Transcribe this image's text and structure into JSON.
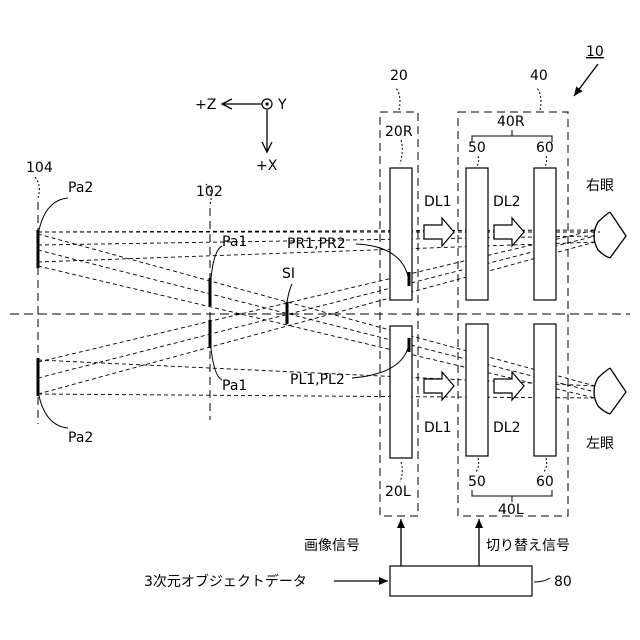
{
  "figure_ref": "10",
  "axes": {
    "z_label": "+Z",
    "y_label": "Y",
    "x_label": "+X"
  },
  "planes": {
    "plane_104": {
      "ref": "104",
      "upper": "Pa2",
      "lower": "Pa2"
    },
    "plane_102": {
      "ref": "102",
      "upper": "Pa1",
      "lower": "Pa1"
    },
    "intersection": "SI"
  },
  "display_20": {
    "ref": "20",
    "right_panel": "20R",
    "left_panel": "20L",
    "right_points": "PR1,PR2",
    "left_points": "PL1,PL2"
  },
  "shutter_40": {
    "ref": "40",
    "right_group": "40R",
    "left_group": "40L",
    "r_50": "50",
    "r_60": "60",
    "l_50": "50",
    "l_60": "60"
  },
  "light_labels": {
    "r_dl1": "DL1",
    "r_dl2": "DL2",
    "l_dl1": "DL1",
    "l_dl2": "DL2"
  },
  "eyes": {
    "right": "右眼",
    "left": "左眼"
  },
  "controller": {
    "ref": "80",
    "input_label": "3次元オブジェクトデータ",
    "image_signal": "画像信号",
    "switch_signal": "切り替え信号"
  }
}
